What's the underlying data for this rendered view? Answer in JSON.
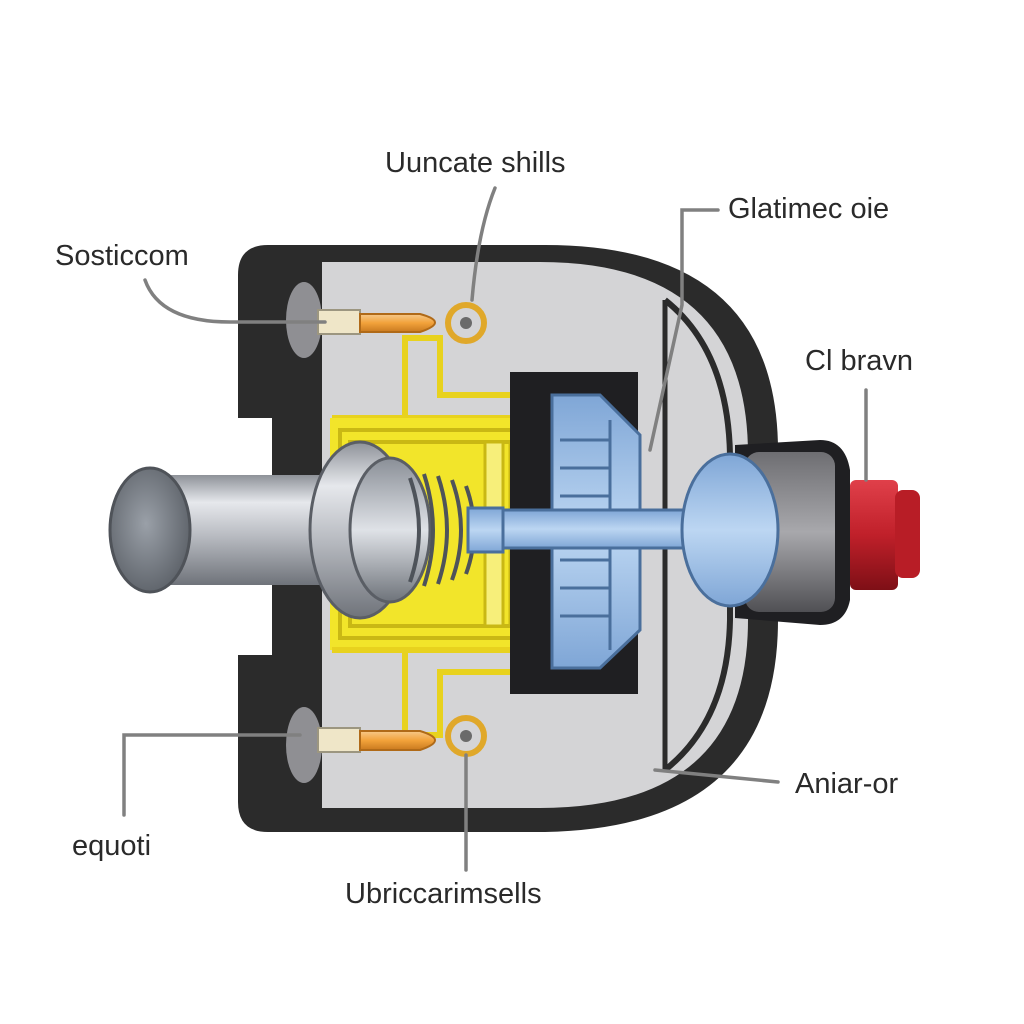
{
  "labels": {
    "top_center": "Uuncate shills",
    "top_right": "Glatimec oie",
    "top_left": "Sosticcom",
    "right_upper": "Cl bravn",
    "right_lower": "Aniar-or",
    "bottom_left": "equoti",
    "bottom_center": "Ubriccarimsells"
  },
  "colors": {
    "housing_outline": "#2b2b2b",
    "housing_fill": "#d4d4d6",
    "yellow_bracket": "#f2e52a",
    "blue_rotor": "#a9c8ea",
    "shaft_steel": "#b9bcc2",
    "orange_pin": "#f2a23a",
    "red_cap": "#c0202a",
    "leader_line": "#808080"
  }
}
